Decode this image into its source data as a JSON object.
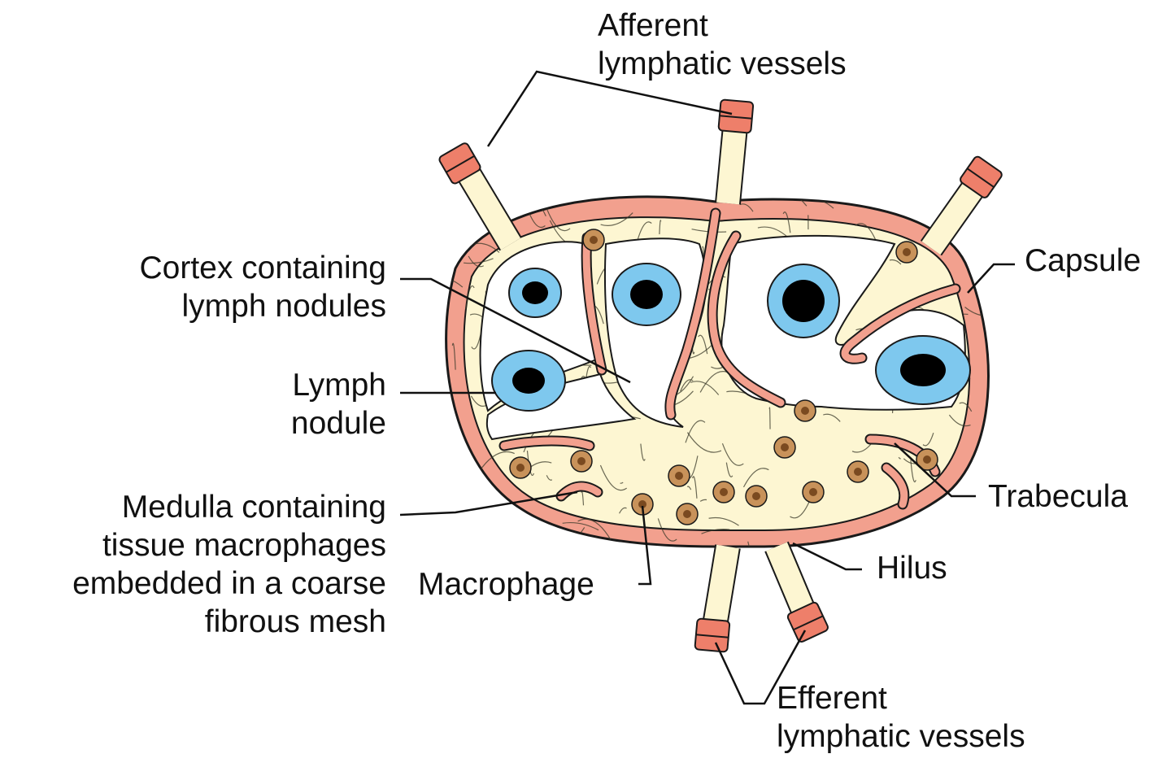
{
  "diagram": {
    "labels": {
      "afferent": [
        "Afferent",
        "lymphatic vessels"
      ],
      "cortex": [
        "Cortex containing",
        "lymph nodules"
      ],
      "lymph_nodule": [
        "Lymph",
        "nodule"
      ],
      "medulla": [
        "Medulla containing",
        "tissue macrophages",
        "embedded in a coarse",
        "fibrous mesh"
      ],
      "macrophage": "Macrophage",
      "capsule": "Capsule",
      "trabecula": "Trabecula",
      "hilus": "Hilus",
      "efferent": [
        "Efferent",
        "lymphatic vessels"
      ]
    },
    "colors": {
      "capsule": "#f2a08e",
      "outline": "#1a1a1a",
      "reticular": "#fdf6d2",
      "nodule_blue": "#7ec8ee",
      "nodule_core": "#000000",
      "vessel_cap": "#ee7f6a",
      "macrophage": "#c8925a",
      "sinus": "#ffffff"
    }
  }
}
